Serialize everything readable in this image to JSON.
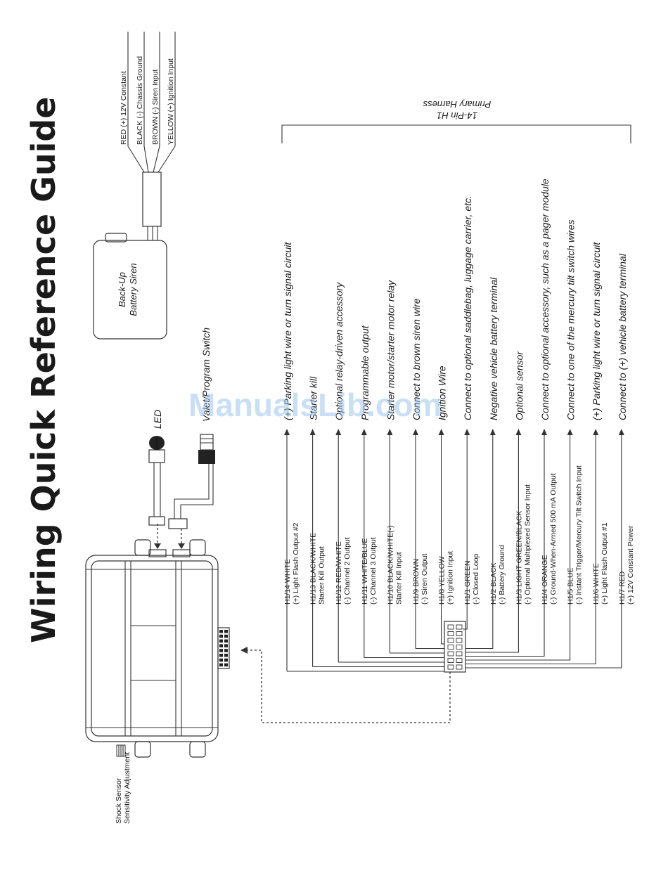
{
  "title": "Wiring Quick Reference Guide",
  "watermark": "ManualsLib.com",
  "siren": {
    "label_line1": "Back-Up",
    "label_line2": "Battery Siren",
    "wires": [
      "RED (+) 12V Constant",
      "BLACK (-) Chassis Ground",
      "BROWN (-) Siren Input",
      "YELLOW (+) Ignition Input"
    ]
  },
  "harness": {
    "title_line1": "14-Pin H1",
    "title_line2": "Primary Harness"
  },
  "components": {
    "led": "LED",
    "valet": "Valet/Program Switch",
    "shock_line1": "Shock Sensor",
    "shock_line2": "Sensitivity Adjustment"
  },
  "pins": [
    {
      "pin": "H1/14 WHITE",
      "function": "(+) Light Flash Output #2",
      "desc": "(+) Parking light wire or turn signal circuit"
    },
    {
      "pin": "H1/13 BLACK/WHITE",
      "function": "Starter Kill Output",
      "desc": "Starter kill"
    },
    {
      "pin": "H1/12 RED/WHITE",
      "function": "(-) Channel 2 Output",
      "desc": "Optional relay-driven accessory"
    },
    {
      "pin": "H1/11 WHITE/BLUE",
      "function": "(-) Channel 3 Output",
      "desc": "Programmable output"
    },
    {
      "pin": "H1/10 BLACK/WHITE(-)",
      "function": "Starter Kill Input",
      "desc": "Starter motor/starter motor relay"
    },
    {
      "pin": "H1/9 BROWN",
      "function": "(-) Siren Output",
      "desc": "Connect to brown siren wire"
    },
    {
      "pin": "H1/8 YELLOW",
      "function": "(+) Ignition Input",
      "desc": "Ignition Wire"
    },
    {
      "pin": "H1/1 GREEN",
      "function": "(-) Closed Loop",
      "desc": "Connect to optional saddlebag, luggage carrier, etc."
    },
    {
      "pin": "H1/2 BLACK",
      "function": "(-) Battery Ground",
      "desc": "Negative vehicle battery terminal"
    },
    {
      "pin": "H1/3 LIGHT GREEN/BLACK",
      "function": "(-) Optional Multiplexed Sensor Input",
      "desc": "Optional sensor"
    },
    {
      "pin": "H1/4 ORANGE",
      "function": "(-) Ground-When-Armed 500 mA Output",
      "desc": "Connect to optional accessory, such as a pager module"
    },
    {
      "pin": "H1/5 BLUE",
      "function": "(-) Instant Trigger/Mercury Tilt Switch Input",
      "desc": "Connect to one of the mercury tilt switch wires"
    },
    {
      "pin": "H1/6 WHITE",
      "function": "(+) Light Flash Output #1",
      "desc": "(+) Parking light wire or turn signal circuit"
    },
    {
      "pin": "H1/7 RED",
      "function": "(+) 12V Constant Power",
      "desc": "Connect to (+) vehicle battery terminal"
    }
  ]
}
